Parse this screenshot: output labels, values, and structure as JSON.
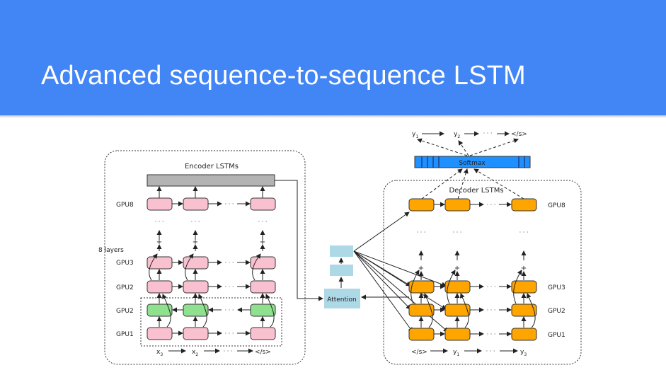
{
  "slide": {
    "title": "Advanced sequence-to-sequence LSTM"
  },
  "diagram": {
    "encoder_title": "Encoder LSTMs",
    "decoder_title": "Decoder LSTMs",
    "softmax_label": "Softmax",
    "attention_label": "Attention",
    "layers_label": "8 layers",
    "ellipsis": "· · ·",
    "vdots": "· · ·",
    "encoder_gpu_labels": [
      "GPU8",
      "GPU3",
      "GPU2",
      "GPU2",
      "GPU1"
    ],
    "decoder_gpu_labels": [
      "GPU8",
      "GPU3",
      "GPU2",
      "GPU1"
    ],
    "encoder_inputs": [
      "x3",
      "x2",
      "</s>"
    ],
    "decoder_inputs": [
      "</s>",
      "y1",
      "y3"
    ],
    "outputs": [
      "y1",
      "y2",
      "</s>"
    ],
    "colors": {
      "header": "#4285f4",
      "encoder_cell": "#f9c1cf",
      "encoder_bottom_cell": "#8fe08f",
      "decoder_cell": "#ffa500",
      "softmax": "#1e90ff",
      "attention": "#add8e6",
      "encoder_bar": "#b3b3b3"
    }
  }
}
